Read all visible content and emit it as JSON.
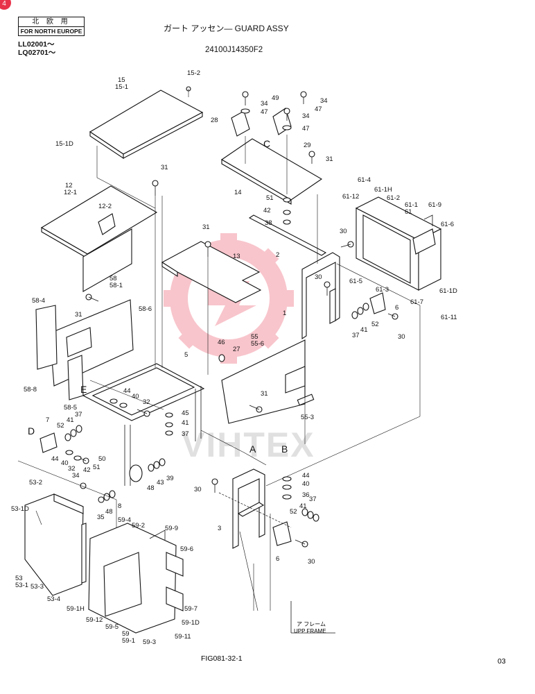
{
  "header": {
    "region_jp": "北 欧 用",
    "region_en": "FOR NORTH EUROPE",
    "serial_1": "LL02001～",
    "serial_2": "LQ02701～",
    "title": "ガート アッセン― GUARD ASSY",
    "drawing_no": "24100J14350F2",
    "corner_mark": "4"
  },
  "footer": {
    "figure": "FIG081-32-1",
    "page": "03",
    "frame_note_1": "ア フレーム",
    "frame_note_2": "UPP FRAME"
  },
  "watermark": {
    "text": "VIHTEX",
    "color": "#e8324a"
  },
  "view_letters": {
    "a": "A",
    "b": "B",
    "c": "C",
    "d": "D",
    "e": "E"
  },
  "labels": {
    "l15": "15",
    "l15_1": "15-1",
    "l15_2": "15-2",
    "l15_1d": "15-1D",
    "l12": "12",
    "l12_1": "12-1",
    "l12_2": "12-2",
    "l31a": "31",
    "l31b": "31",
    "l31c": "31",
    "l31d": "31",
    "l31e": "31",
    "l13": "13",
    "l14": "14",
    "l28": "28",
    "l29": "29",
    "l49": "49",
    "l34a": "34",
    "l34b": "34",
    "l34c": "34",
    "l47a": "47",
    "l47b": "47",
    "l47c": "47",
    "l51a": "51",
    "l42a": "42",
    "l38": "38",
    "l2": "2",
    "l61_4": "61-4",
    "l61_1h": "61-1H",
    "l61_12": "61-12",
    "l61_2": "61-2",
    "l61_1": "61-1",
    "l61": "61",
    "l61_9": "61-9",
    "l61_6": "61-6",
    "l61_5": "61-5",
    "l61_3": "61-3",
    "l61_1d": "61-1D",
    "l61_7": "61-7",
    "l61_11": "61-11",
    "l30a": "30",
    "l30b": "30",
    "l30c": "30",
    "l30d": "30",
    "l30e": "30",
    "l6a": "6",
    "l6b": "6",
    "l52a": "52",
    "l41a": "41",
    "l37a": "37",
    "l1": "1",
    "l58": "58",
    "l58_1": "58-1",
    "l58_4": "58-4",
    "l58_6": "58-6",
    "l58_8": "58-8",
    "l58_5": "58-5",
    "l46": "46",
    "l27": "27",
    "l5": "5",
    "l55": "55",
    "l55_6": "55-6",
    "l55_3": "55-3",
    "l44a": "44",
    "l40a": "40",
    "l32a": "32",
    "l45": "45",
    "l41b": "41",
    "l37b": "37",
    "l7": "7",
    "l52b": "52",
    "l41c": "41",
    "l37c": "37",
    "l44b": "44",
    "l40b": "40",
    "l32b": "32",
    "l42b": "42",
    "l34d": "34",
    "l50": "50",
    "l51b": "51",
    "l43": "43",
    "l39": "39",
    "l48a": "48",
    "l48b": "48",
    "l8": "8",
    "l35": "35",
    "l44c": "44",
    "l40c": "40",
    "l36": "36",
    "l37d": "37",
    "l52c": "52",
    "l41d": "41",
    "l3": "3",
    "l53_2": "53-2",
    "l53_1d": "53-1D",
    "l53": "53",
    "l53_1": "53-1",
    "l53_3": "53-3",
    "l53_4": "53-4",
    "l59_4": "59-4",
    "l59_2": "59-2",
    "l59_9": "59-9",
    "l59_6": "59-6",
    "l59_1h": "59-1H",
    "l59_12": "59-12",
    "l59_5": "59-5",
    "l59": "59",
    "l59_1": "59-1",
    "l59_3": "59-3",
    "l59_7": "59-7",
    "l59_1d": "59-1D",
    "l59_11": "59-11"
  }
}
